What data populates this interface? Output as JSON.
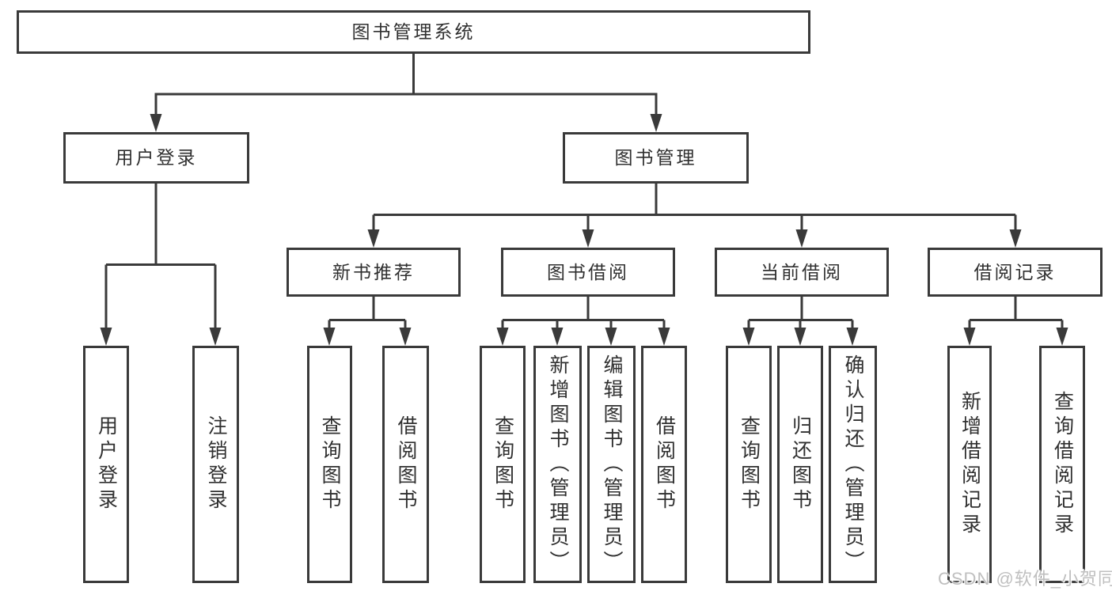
{
  "diagram": {
    "root": {
      "label": "图书管理系统"
    },
    "level2": [
      {
        "label": "用户登录"
      },
      {
        "label": "图书管理"
      }
    ],
    "level3": [
      {
        "label": "新书推荐",
        "parent": "图书管理"
      },
      {
        "label": "图书借阅",
        "parent": "图书管理"
      },
      {
        "label": "当前借阅",
        "parent": "图书管理"
      },
      {
        "label": "借阅记录",
        "parent": "图书管理"
      }
    ],
    "leaves": [
      {
        "label": "用户登录",
        "parent": "用户登录"
      },
      {
        "label": "注销登录",
        "parent": "用户登录"
      },
      {
        "label": "查询图书",
        "parent": "新书推荐"
      },
      {
        "label": "借阅图书",
        "parent": "新书推荐"
      },
      {
        "label": "查询图书",
        "parent": "图书借阅"
      },
      {
        "label": "新增图书（管理员）",
        "parent": "图书借阅"
      },
      {
        "label": "编辑图书（管理员）",
        "parent": "图书借阅"
      },
      {
        "label": "借阅图书",
        "parent": "图书借阅"
      },
      {
        "label": "查询图书",
        "parent": "当前借阅"
      },
      {
        "label": "归还图书",
        "parent": "当前借阅"
      },
      {
        "label": "确认归还（管理员）",
        "parent": "当前借阅"
      },
      {
        "label": "新增借阅记录",
        "parent": "借阅记录"
      },
      {
        "label": "查询借阅记录",
        "parent": "借阅记录"
      }
    ]
  },
  "watermark": "CSDN @软件_小贺同学",
  "colors": {
    "line": "#3a3a3a",
    "text": "#303030",
    "background": "#ffffff",
    "watermark": "#bfbfbf"
  }
}
